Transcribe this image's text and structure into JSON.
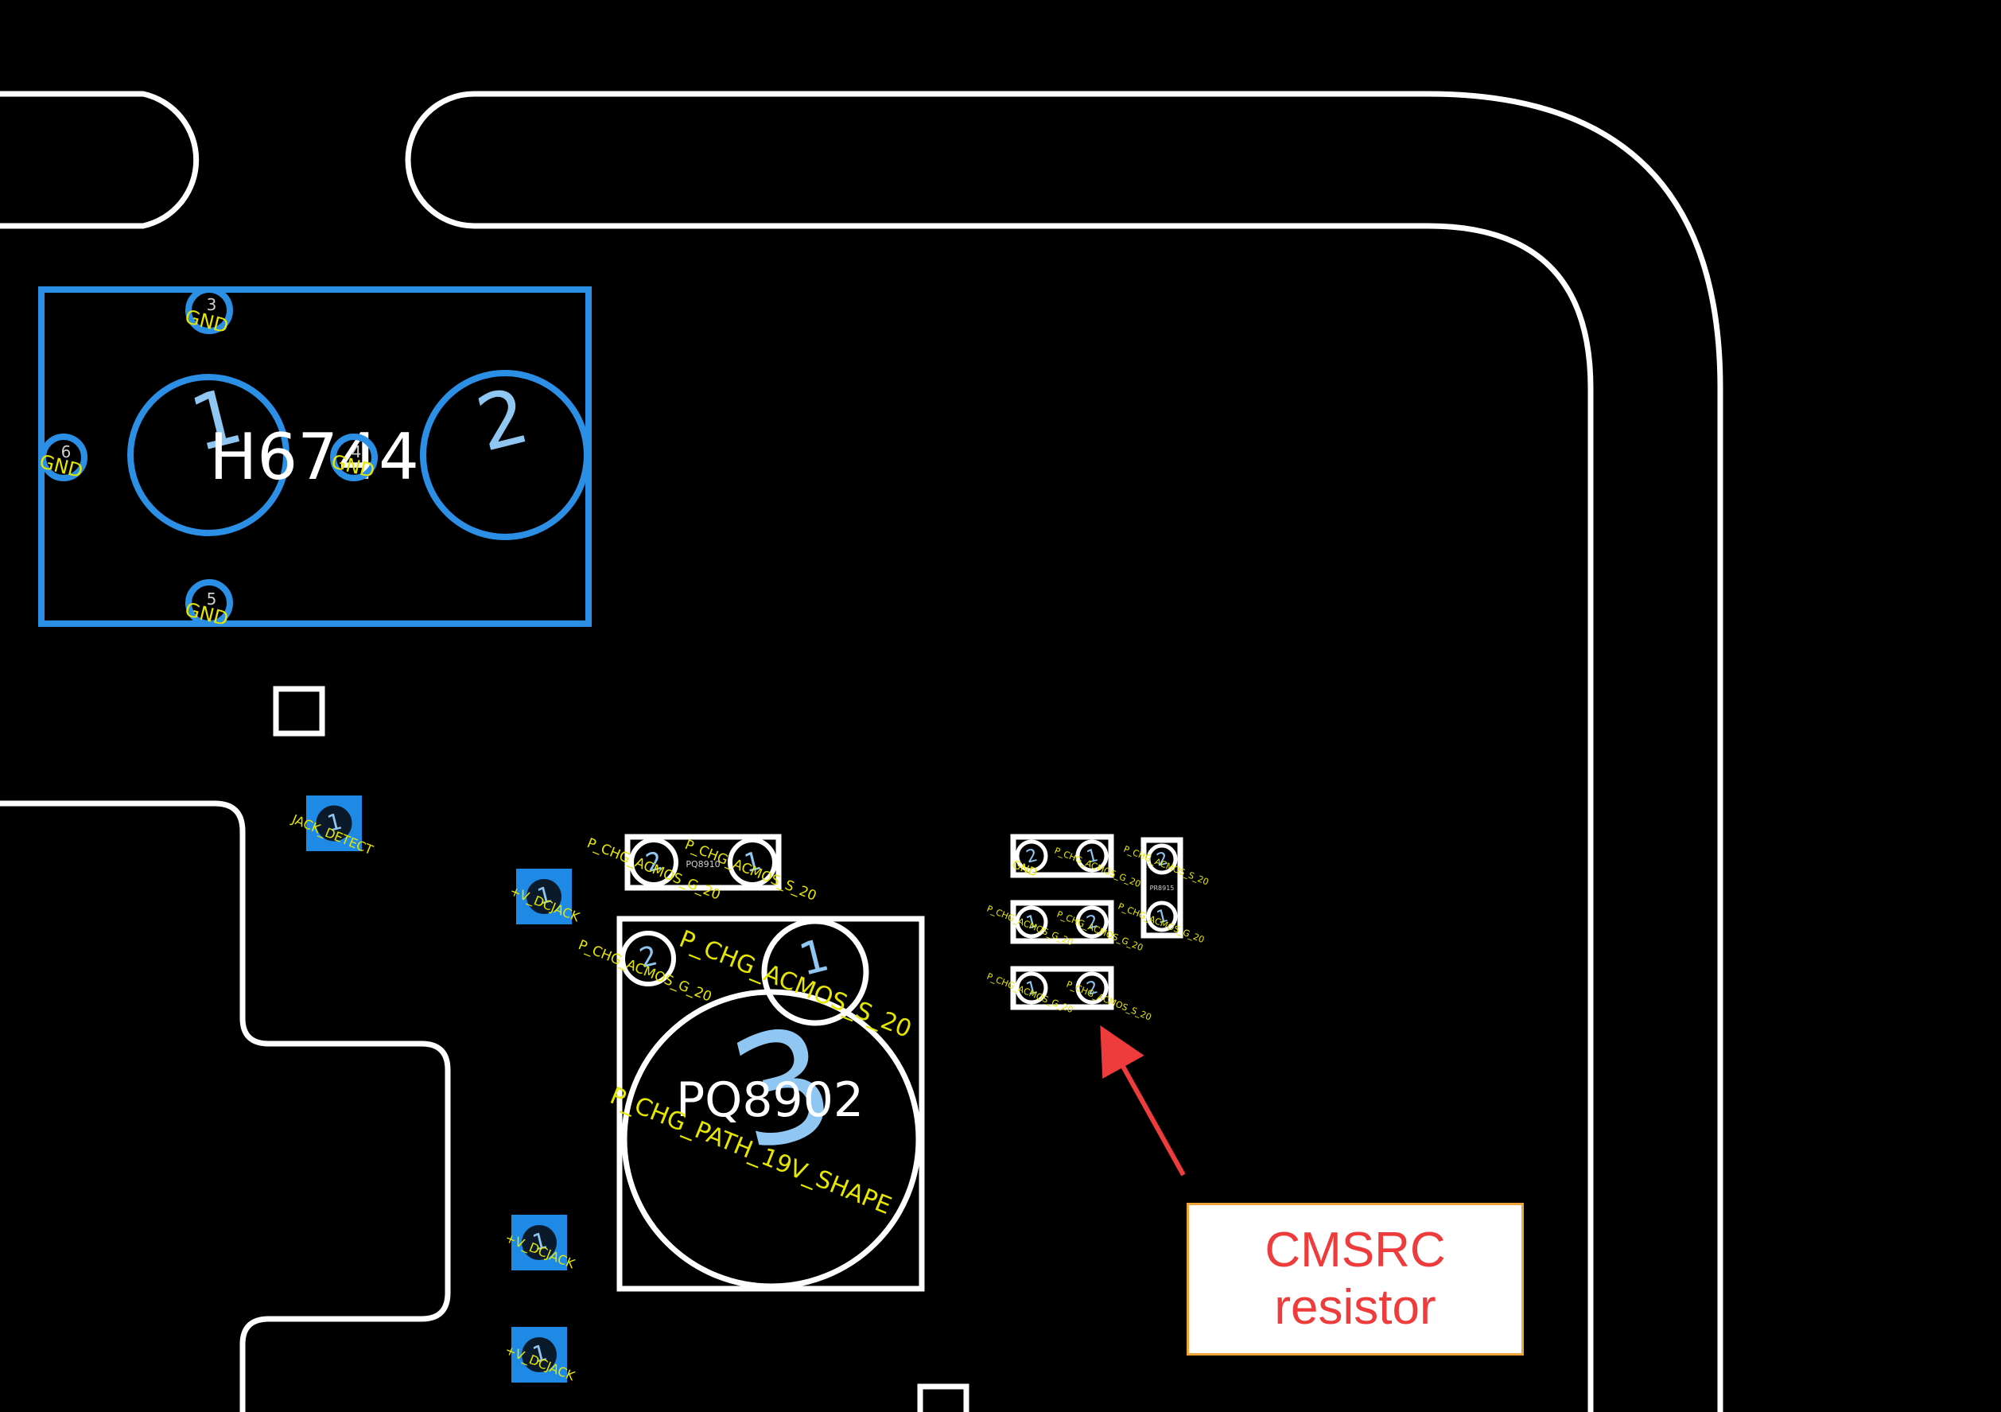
{
  "colors": {
    "background": "#000000",
    "outline": "#ffffff",
    "mounting_hole": "#2b8fe6",
    "net_label": "#e6e600",
    "pad_number": "#8fc7f2",
    "callout_text": "#ee3b3b",
    "callout_border": "#f2a43a",
    "arrow": "#ee3b3b"
  },
  "mounting_hole": {
    "designator": "H6744",
    "pins": [
      {
        "number": "1",
        "net": ""
      },
      {
        "number": "2",
        "net": ""
      },
      {
        "number": "3",
        "net": "GND"
      },
      {
        "number": "4",
        "net": "GND"
      },
      {
        "number": "5",
        "net": "GND"
      },
      {
        "number": "6",
        "net": "GND"
      }
    ]
  },
  "test_points": [
    {
      "number": "1",
      "net": "JACK_DETECT"
    },
    {
      "number": "1",
      "net": "+V_DCJACK"
    },
    {
      "number": "1",
      "net": "+V_DCJACK"
    },
    {
      "number": "1",
      "net": "+V_DCJACK"
    }
  ],
  "resistor_top": {
    "designator": "PQ8910",
    "pins": [
      {
        "number": "2",
        "net": "P_CHG_ACMOS_G_20"
      },
      {
        "number": "1",
        "net": "P_CHG_ACMOS_S_20"
      }
    ]
  },
  "transistor": {
    "designator": "PQ8902",
    "pins": [
      {
        "number": "1",
        "net": "P_CHG_ACMOS_S_20"
      },
      {
        "number": "2",
        "net": "P_CHG_ACMOS_G_20"
      },
      {
        "number": "3",
        "net": "P_CHG_PATH_19V_SHAPE"
      }
    ]
  },
  "small_parts": [
    {
      "pins": [
        "2",
        "1"
      ],
      "net_left": "GND",
      "net_right": "P_CHG_ACMOS_G_20"
    },
    {
      "pins": [
        "1",
        "2"
      ],
      "net_left": "P_CHG_ACMOS_G_20",
      "net_right": "P_CHG_ACMOS_G_20"
    },
    {
      "pins": [
        "1",
        "2"
      ],
      "net_left": "P_CHG_ACMOS_G_20",
      "net_right": "P_CHG_ACMOS_S_20"
    },
    {
      "pins": [
        "2",
        "1"
      ],
      "designator": "PR8915",
      "net_left": "P_CHG_ACMOS_S_20",
      "net_right": "P_CHG_ACMOS_G_20"
    }
  ],
  "callout": {
    "line1": "CMSRC",
    "line2": "resistor"
  }
}
